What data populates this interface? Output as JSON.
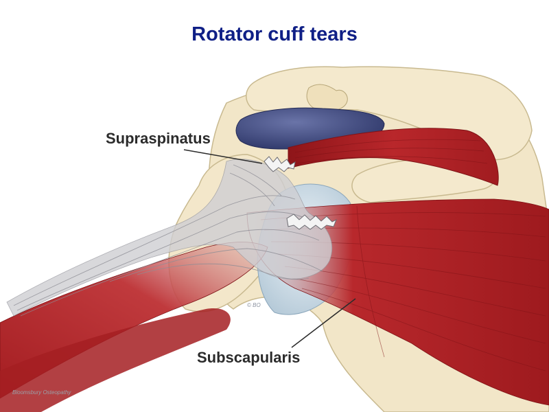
{
  "title": "Rotator cuff tears",
  "labels": {
    "supraspinatus": "Supraspinatus",
    "subscapularis": "Subscapularis"
  },
  "copyright": "© BO",
  "watermark": "Bloomsbury Osteopathy",
  "colors": {
    "title": "#0f1f86",
    "muscle": "#b21f24",
    "muscle_dark": "#8e1519",
    "bone": "#f2e6c8",
    "bone_outline": "#c8b98f",
    "bursa": "#3b4577",
    "cartilage": "#c9dbe8",
    "tendon": "#c9c9cc"
  }
}
